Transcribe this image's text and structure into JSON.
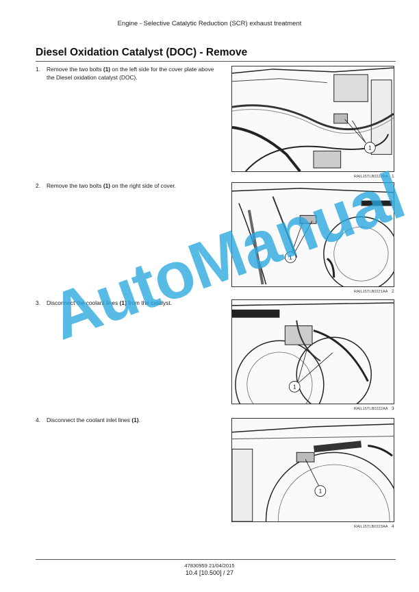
{
  "header": {
    "title": "Engine - Selective Catalytic Reduction (SCR) exhaust treatment"
  },
  "section": {
    "title": "Diesel Oxidation Catalyst (DOC) - Remove"
  },
  "steps": [
    {
      "number": "1.",
      "before": "Remove the two bolts ",
      "bold": "(1)",
      "after": " on the left side for the cover plate above the Diesel oxidation catalyst (DOC)."
    },
    {
      "number": "2.",
      "before": "Remove the two bolts ",
      "bold": "(1)",
      "after": " on the right side of cover."
    },
    {
      "number": "3.",
      "before": "Disconnect the coolant lines ",
      "bold": "(1)",
      "after": " from the catalyst."
    },
    {
      "number": "4.",
      "before": "Disconnect the coolant inlet lines ",
      "bold": "(1)",
      "after": "."
    }
  ],
  "figures": [
    {
      "callout": "1",
      "code": "RAIL15TLB0220AA",
      "number": "1"
    },
    {
      "callout": "1",
      "code": "RAIL15TLB0221AA",
      "number": "2"
    },
    {
      "callout": "1",
      "code": "RAIL15TLB0222AA",
      "number": "3"
    },
    {
      "callout": "1",
      "code": "RAIL15TLB0223AA",
      "number": "4"
    }
  ],
  "watermark": {
    "text": "AutoManual",
    "color": "#29a8e0"
  },
  "footer": {
    "code": "47830959 21/04/2015",
    "page": "10.4 [10.500] / 27"
  }
}
